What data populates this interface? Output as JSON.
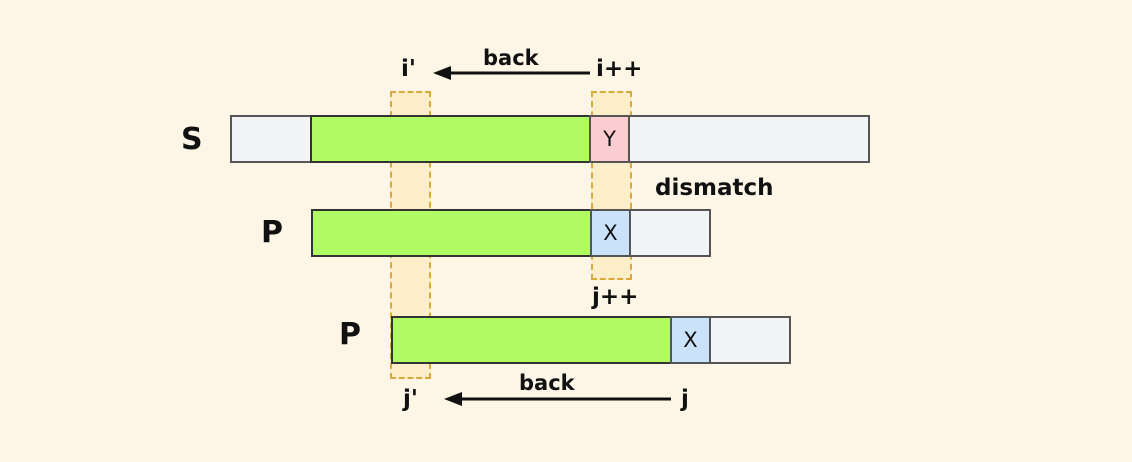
{
  "diagram": {
    "background_color": "#fdf6e6",
    "colors": {
      "match_green": "#b0fb63",
      "mismatch_pink": "#fbccd0",
      "pattern_blue": "#cbe2fb",
      "neutral_gray": "#f3f4f6",
      "highlight_band": "#fceec8",
      "highlight_border": "#d8aa3c",
      "stroke": "#555555",
      "text": "#111111"
    },
    "rows": {
      "text_row": {
        "label": "S",
        "cells": [
          {
            "name": "s-prefix",
            "text": "",
            "style": "gray"
          },
          {
            "name": "s-matched",
            "text": "",
            "style": "green"
          },
          {
            "name": "s-mismatch",
            "text": "Y",
            "style": "pink"
          },
          {
            "name": "s-suffix",
            "text": "",
            "style": "gray"
          }
        ]
      },
      "pattern_row": {
        "label": "P",
        "cells": [
          {
            "name": "p-matched",
            "text": "",
            "style": "green"
          },
          {
            "name": "p-mismatch",
            "text": "X",
            "style": "blue"
          },
          {
            "name": "p-suffix",
            "text": "",
            "style": "gray"
          }
        ]
      },
      "pattern_shifted_row": {
        "label": "P",
        "cells": [
          {
            "name": "p2-matched",
            "text": "",
            "style": "green"
          },
          {
            "name": "p2-mismatch",
            "text": "X",
            "style": "blue"
          },
          {
            "name": "p2-suffix",
            "text": "",
            "style": "gray"
          }
        ]
      }
    },
    "pointers": {
      "i_prime": "i'",
      "i_increment": "i++",
      "j_increment": "j++",
      "j_prime": "j'",
      "j": "j"
    },
    "arrows": {
      "top_label": "back",
      "bottom_label": "back"
    },
    "annotations": {
      "dismatch": "dismatch"
    }
  }
}
